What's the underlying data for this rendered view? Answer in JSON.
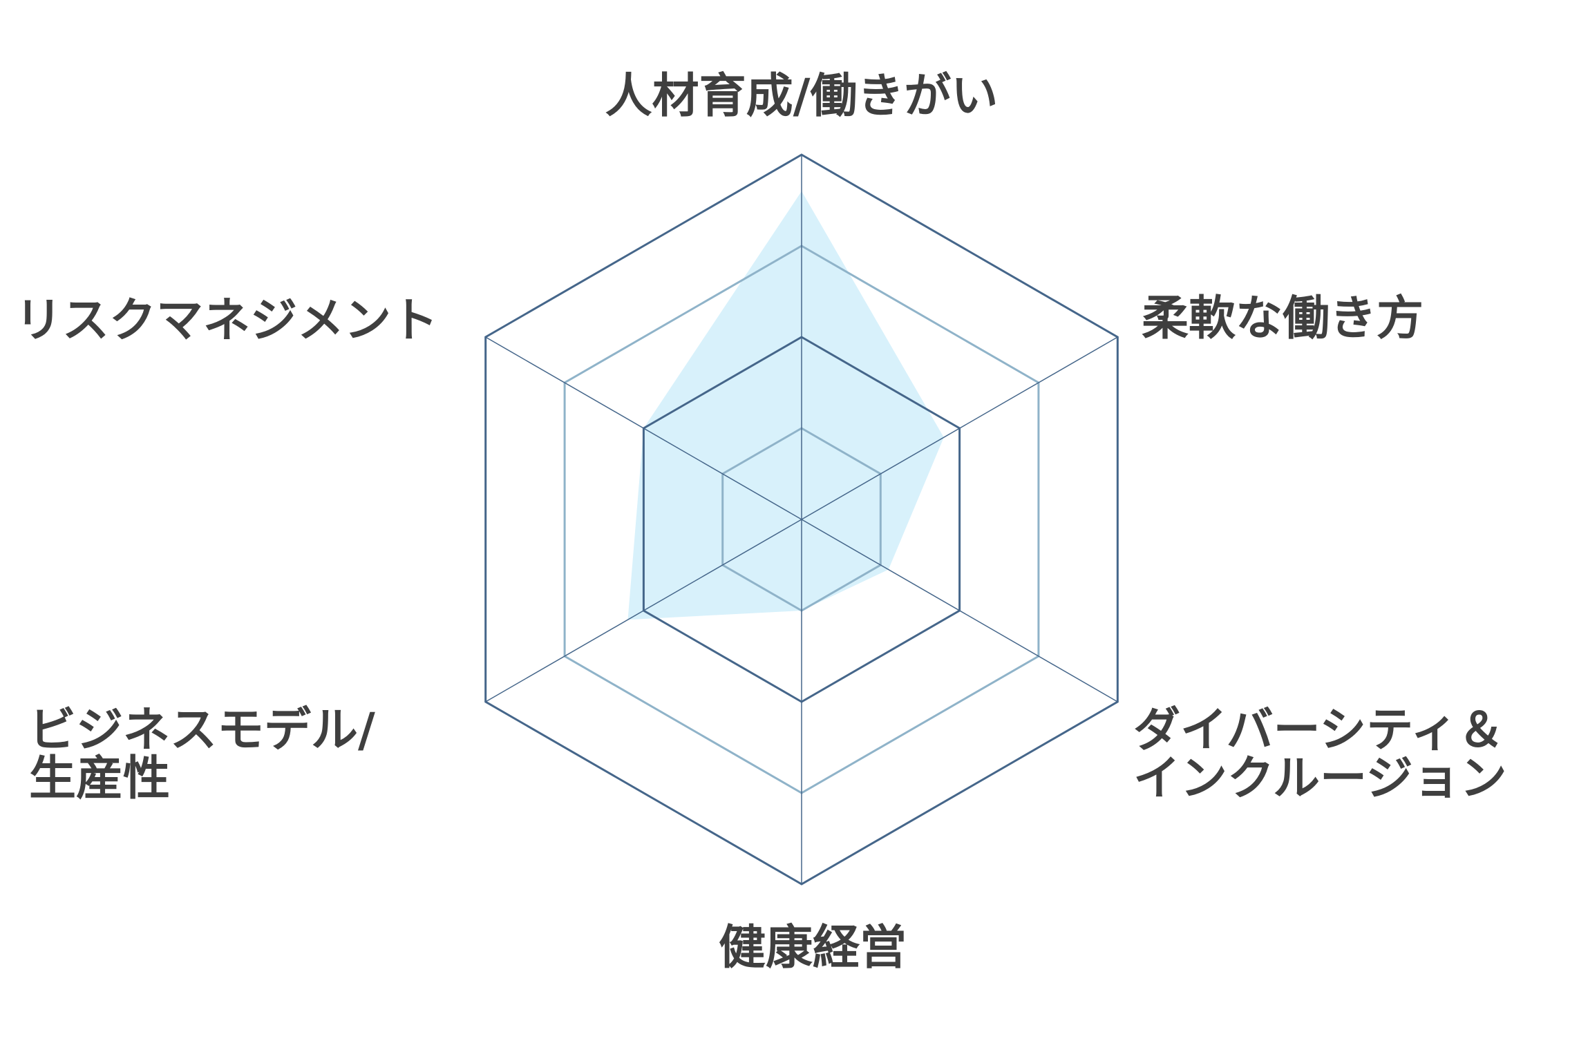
{
  "chart_data": {
    "type": "radar",
    "axes": [
      {
        "label": [
          "人材育成/働きがい"
        ],
        "value": 3.6
      },
      {
        "label": [
          "柔軟な働き方"
        ],
        "value": 1.8
      },
      {
        "label": [
          "ダイバーシティ＆",
          "インクルージョン"
        ],
        "value": 1.1
      },
      {
        "label": [
          "健康経営"
        ],
        "value": 1.0
      },
      {
        "label": [
          "ビジネスモデル/",
          "生産性"
        ],
        "value": 2.2
      },
      {
        "label": [
          "リスクマネジメント"
        ],
        "value": 2.0
      }
    ],
    "rlim": [
      0,
      4
    ],
    "rings": [
      1,
      2,
      3,
      4
    ],
    "colors": {
      "fill": "#d8f1fb",
      "outer_grid": "#45668a",
      "inner_grid": "#8fb3c9",
      "spoke": "#45668a",
      "label": "#3f3f3f"
    }
  }
}
